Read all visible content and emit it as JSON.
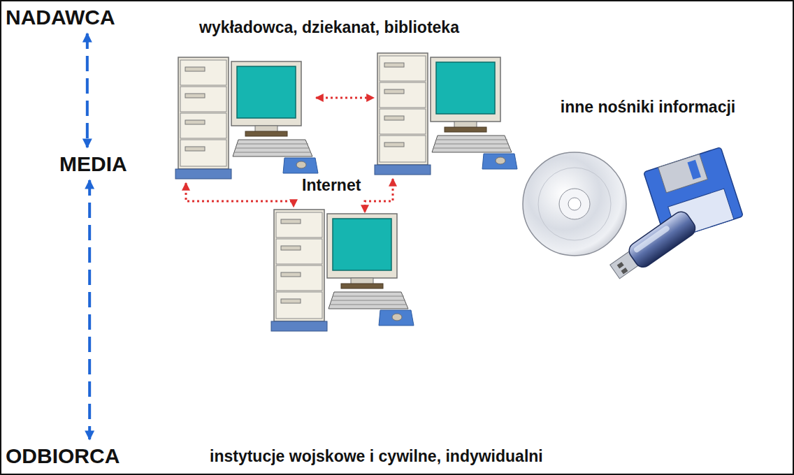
{
  "diagram": {
    "nodes": [
      {
        "text": [
          "NADAWCA"
        ]
      },
      {
        "text": [
          "MEDIA"
        ]
      },
      {
        "text": [
          "ODBIORCA"
        ]
      }
    ],
    "edges": [
      {
        "from": 0,
        "to": 1,
        "arrow": "both"
      },
      {
        "from": 1,
        "to": 2,
        "arrow": "both"
      }
    ],
    "labels": [
      "wykładowca, dziekanat, biblioteka",
      "Internet",
      "inne nośniki informacji",
      "instytucje wojskowe i cywilne, indywidualni"
    ]
  }
}
